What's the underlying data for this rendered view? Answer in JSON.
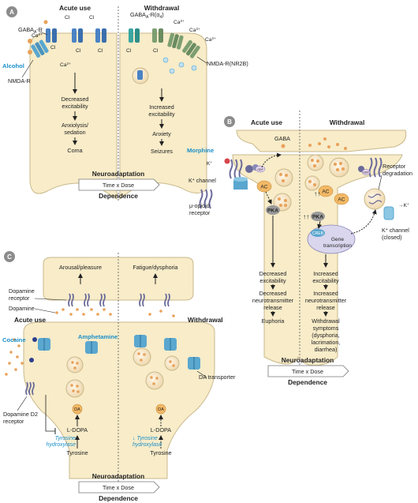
{
  "panels": {
    "A": {
      "badge": "A",
      "left_title": "Acute use",
      "right_title": "Withdrawal",
      "labels": {
        "gabaa_r": "GABA",
        "gabaa_r_sub": "A",
        "gabaa_r_suffix": "-R",
        "gabaa_r_alpha4": "GABA",
        "gabaa_r_alpha4_sub": "A",
        "gabaa_r_alpha4_suffix": "-R(α",
        "gabaa_r_alpha4_sub2": "4",
        "gabaa_r_alpha4_close": ")",
        "alcohol": "Alcohol",
        "nmda_r": "NMDA-R",
        "nmda_r_nr2b": "NMDA-R(NR2B)",
        "cl": "Cl",
        "ca": "Ca",
        "ca_sup": "2+"
      },
      "left_chain": [
        "Decreased excitability",
        "Anxiolysis/ sedation",
        "Coma"
      ],
      "right_chain": [
        "Increased excitability",
        "Anxiety",
        "Seizures"
      ],
      "neuroadaptation": "Neuroadaptation",
      "time_dose": "Time x Dose",
      "dependence": "Dependence"
    },
    "B": {
      "badge": "B",
      "left_title": "Acute use",
      "right_title": "Withdrawal",
      "labels": {
        "gaba": "GABA",
        "morphine": "Morphine",
        "k_channel": "K",
        "k_channel_suffix": " channel",
        "mu_opioid": "μ-opioid receptor",
        "ac": "AC",
        "pka": "PKA",
        "creb": "CREB",
        "gene_transcription": "Gene transcription",
        "receptor_degradation": "Receptor degradation",
        "k_channel_closed": "K",
        "k_channel_closed_suffix": " channel (closed)",
        "k_plus": "K",
        "gdp": "GDP",
        "up_arrows": "↑↑"
      },
      "left_chain": [
        "Decreased excitability",
        "Decreased neurotransmitter release",
        "Euphoria"
      ],
      "right_chain": [
        "Increased excitability",
        "Increased neurotransmitter release",
        "Withdrawal symptoms (dysphoria, lacrimation, diarrhea)"
      ],
      "neuroadaptation": "Neuroadaptation",
      "time_dose": "Time x Dose",
      "dependence": "Dependence"
    },
    "C": {
      "badge": "C",
      "left_title": "Acute use",
      "right_title": "Withdrawal",
      "labels": {
        "arousal": "Arousal/pleasure",
        "fatigue": "Fatigue/dysphoria",
        "dopamine_receptor": "Dopamine receptor",
        "dopamine": "Dopamine",
        "cocaine": "Cocaine",
        "amphetamine": "Amphetamine",
        "dopamine_d2": "Dopamine D2 receptor",
        "da_transporter": "DA transporter",
        "da": "DA",
        "l_dopa": "L-DOPA",
        "tyrosine_hydroxylase": "Tyrosine hydroxylase",
        "tyrosine": "Tyrosine",
        "down_arrow": "↓"
      },
      "neuroadaptation": "Neuroadaptation",
      "time_dose": "Time x Dose",
      "dependence": "Dependence"
    }
  },
  "colors": {
    "cell_fill": "#f8ecc9",
    "cell_edge": "#c9b98b",
    "gaba_receptor": "#4a82c4",
    "alpha4_receptor": "#3aa6a0",
    "nmda_receptor": "#7d9f72",
    "channel_blue": "#5aa7cf",
    "accent_blue": "#1a8fc9",
    "vesicle_orange": "#e8a25a",
    "badge_gray": "#8c8c8c"
  }
}
